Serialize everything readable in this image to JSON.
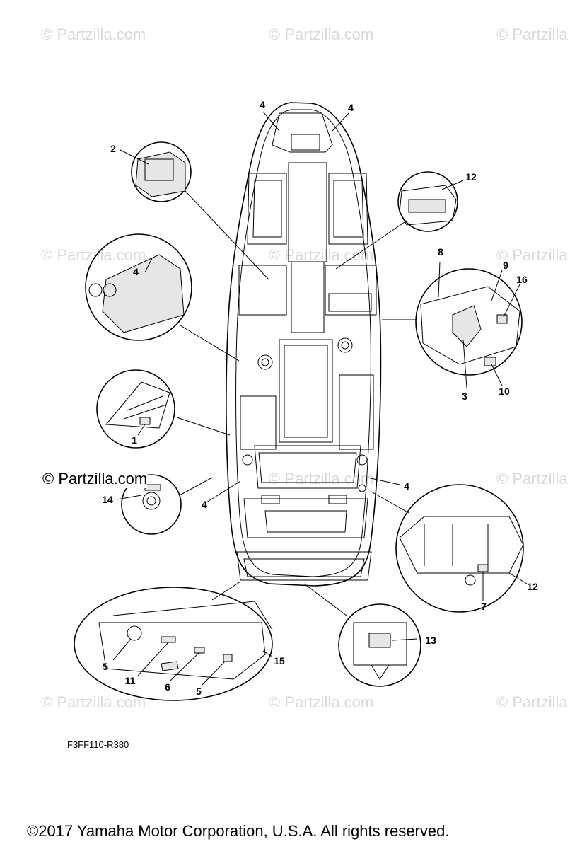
{
  "watermark_text": "© Partzilla.com",
  "watermark_partial": "© Partzilla",
  "brand_watermark": "© Partzilla.com",
  "diagram_code": "F3FF110-R380",
  "copyright": "©2017  Yamaha Motor Corporation, U.S.A. All rights reserved.",
  "callouts": [
    "4",
    "4",
    "2",
    "12",
    "4",
    "8",
    "9",
    "16",
    "3",
    "10",
    "1",
    "14",
    "4",
    "4",
    "12",
    "7",
    "13",
    "5",
    "11",
    "6",
    "5",
    "15"
  ]
}
